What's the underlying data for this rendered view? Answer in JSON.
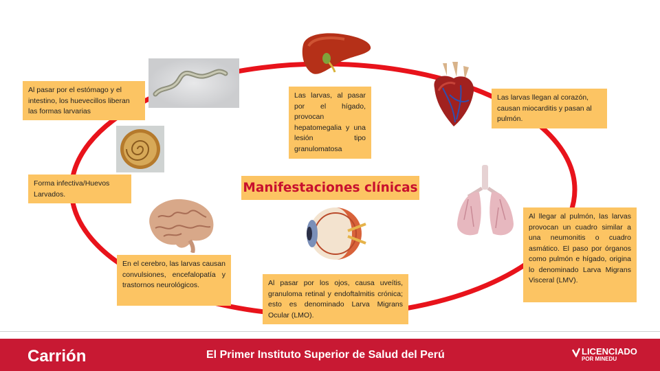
{
  "title": "Manifestaciones clínicas",
  "steps": {
    "stomach": "Al pasar por el estómago y el intestino, los huevecillos liberan las formas larvarias",
    "liver": "Las larvas, al pasar por el hígado, provocan hepatomegalia y una lesión tipo granulomatosa",
    "heart": "Las larvas llegan al corazón, causan miocarditis y pasan al pulmón.",
    "infective": "Forma infectiva/Huevos Larvados.",
    "lung": "Al llegar al pulmón, las larvas provocan un cuadro similar a una neumonitis o cuadro asmático. El paso por órganos como pulmón e hígado, origina lo denominado Larva Migrans Visceral (LMV).",
    "brain": "En el cerebro, las larvas causan convulsiones, encefalopatía y trastornos neurológicos.",
    "eye": "Al pasar por los ojos, causa uveítis, granuloma retinal y endoftalmitis crónica; esto es denominado Larva Migrans Ocular (LMO)."
  },
  "images": {
    "larva": "larva-micrograph",
    "egg": "larvated-egg-micrograph",
    "liver": "liver-illustration",
    "heart": "heart-illustration",
    "lungs": "lungs-illustration",
    "brain": "brain-illustration",
    "eye": "eye-illustration"
  },
  "colors": {
    "cycle": "#e8131b",
    "box": "#fcc463",
    "title_text": "#c8102e",
    "footer": "#c81933"
  },
  "footer": {
    "brand": "Carrión",
    "tagline": "El Primer Instituto Superior de Salud del Perú",
    "logo_main": "LICENCIADO",
    "logo_sub": "POR MINEDU"
  }
}
